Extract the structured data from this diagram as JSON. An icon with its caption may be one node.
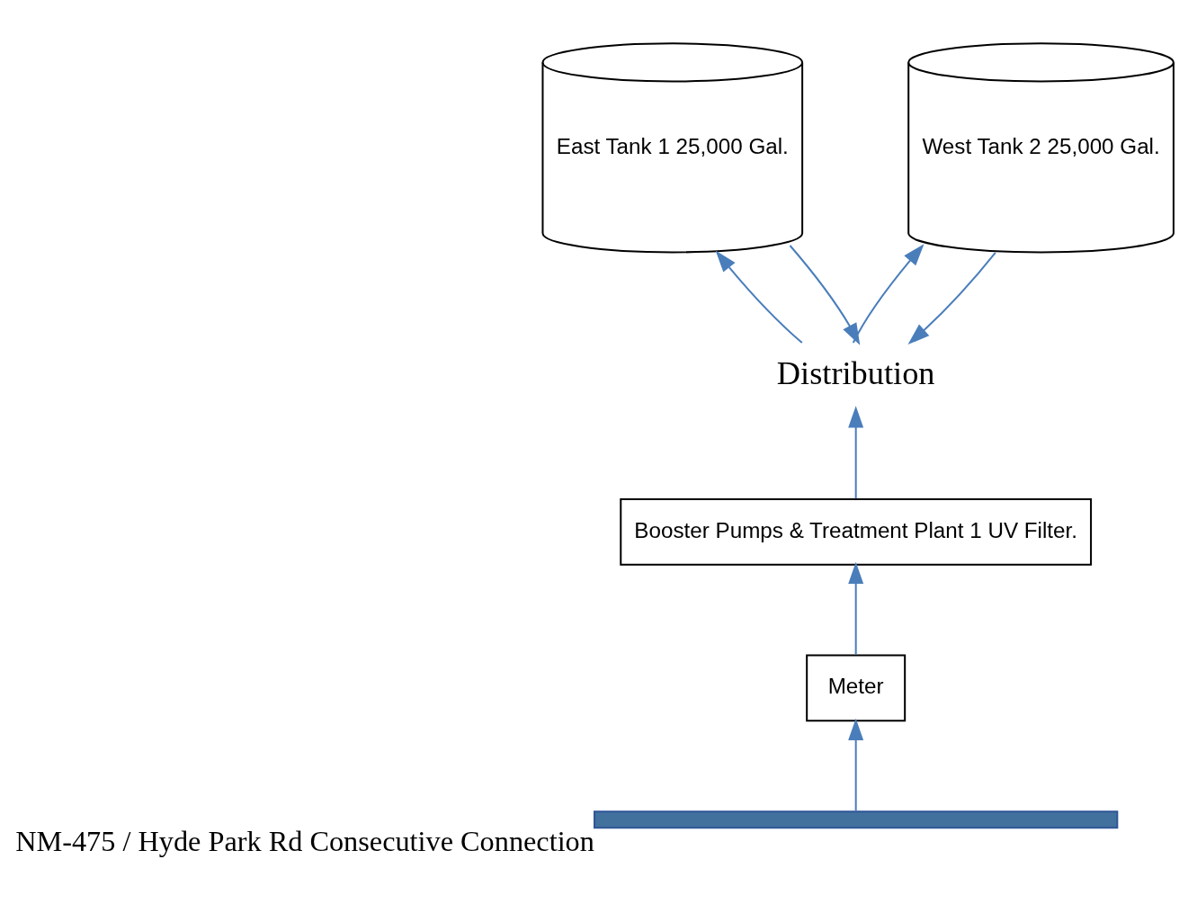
{
  "diagram": {
    "nodes": [
      {
        "text": [],
        "shape": "bar",
        "beside": [
          "NM-475 / Hyde Park Rd Consecutive Connection"
        ]
      },
      {
        "text": [
          "Meter"
        ]
      },
      {
        "text": [
          "Booster Pumps & Treatment Plant 1 UV Filter."
        ]
      },
      {
        "text": [
          "Distribution"
        ]
      },
      {
        "text": [
          "East Tank 1 25,000 Gal."
        ]
      },
      {
        "text": [
          "West Tank 2 25,000 Gal."
        ]
      }
    ],
    "edges": [
      {
        "from": 0,
        "to": 1,
        "arrow": "to"
      },
      {
        "from": 1,
        "to": 2,
        "arrow": "to"
      },
      {
        "from": 2,
        "to": 3,
        "arrow": "to"
      },
      {
        "from": 3,
        "to": 4,
        "arrow": "to"
      },
      {
        "from": 3,
        "to": 5,
        "arrow": "to"
      },
      {
        "from": 4,
        "to": 3,
        "arrow": "to"
      },
      {
        "from": 5,
        "to": 3,
        "arrow": "to"
      }
    ]
  }
}
